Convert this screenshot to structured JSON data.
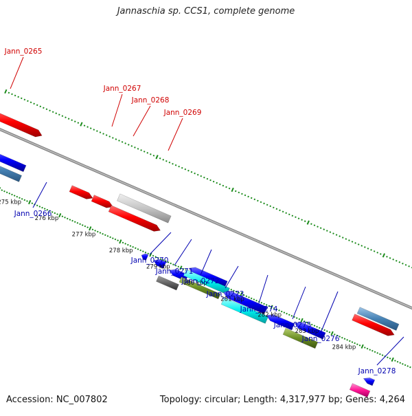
{
  "title": "Jannaschia sp. CCS1, complete genome",
  "footer": {
    "accession": "Accession: NC_007802",
    "summary": "Topology: circular; Length: 4,317,977 bp; Genes: 4,264"
  },
  "colors": {
    "forward_gene_label": "#d00000",
    "reverse_gene_label": "#0000b0",
    "tick": "#1a8a1a",
    "backbone": "#8c8c8c"
  },
  "kbp_labels": [
    "275 kbp",
    "276 kbp",
    "277 kbp",
    "278 kbp",
    "279 kbp",
    "280 kbp",
    "281 kbp",
    "282 kbp",
    "283 kbp",
    "284 kbp"
  ],
  "gene_labels_forward": [
    "Jann_0265",
    "Jann_0267",
    "Jann_0268",
    "Jann_0269"
  ],
  "gene_labels_reverse": [
    "Jann_0266",
    "Jann_0270",
    "Jann_0271",
    "Jann_0272",
    "Jann_0273",
    "Jann_0274",
    "Jann_0275",
    "Jann_0276",
    "Jann_0278"
  ]
}
